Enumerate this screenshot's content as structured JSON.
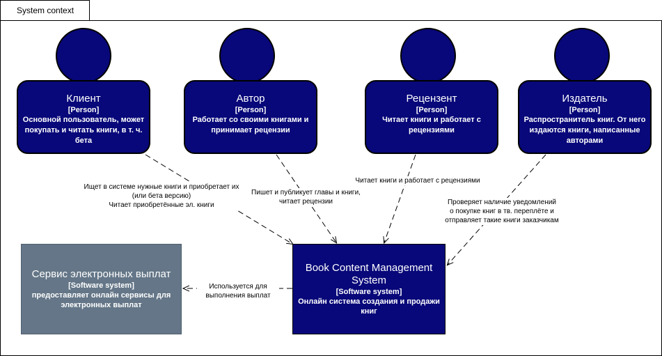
{
  "diagram": {
    "tab_label": "System context"
  },
  "persons": [
    {
      "id": "client",
      "name": "Клиент",
      "type": "[Person]",
      "desc": "Основной пользователь, может покупать и читать книги, в т. ч. бета"
    },
    {
      "id": "author",
      "name": "Автор",
      "type": "[Person]",
      "desc": "Работает со своими книгами и принимает рецензии"
    },
    {
      "id": "reviewer",
      "name": "Рецензент",
      "type": "[Person]",
      "desc": "Читает книги и работает с рецензиями"
    },
    {
      "id": "publisher",
      "name": "Издатель",
      "type": "[Person]",
      "desc": "Распространитель книг. От него издаются книги, написанные авторами"
    }
  ],
  "systems": {
    "payments": {
      "name": "Сервис электронных выплат",
      "type": "[Software system]",
      "desc": "предоставляет онлайн сервисы для электронных выплат",
      "color": "#647687"
    },
    "main": {
      "name": "Book Content Management System",
      "type": "[Software system]",
      "desc": "Онлайн система создания и продажи книг",
      "color": "#08087a"
    }
  },
  "edges": {
    "client": {
      "lines": [
        "Ищет в системе нужные книги и приобретает их",
        "(или бета версию)",
        "Читает приобретённые эл. книги"
      ]
    },
    "author": {
      "lines": [
        "Пишет и публикует главы и книги,",
        "читает рецензии"
      ]
    },
    "reviewer": {
      "lines": [
        "Читает книги и работает с рецензиями"
      ]
    },
    "publisher": {
      "lines": [
        "Проверяет наличие уведомлений",
        "о покупке книг в тв. переплёте и",
        "отправляет такие книги заказчикам"
      ]
    },
    "payments": {
      "lines": [
        "Используется для",
        "выполнения выплат"
      ]
    }
  }
}
